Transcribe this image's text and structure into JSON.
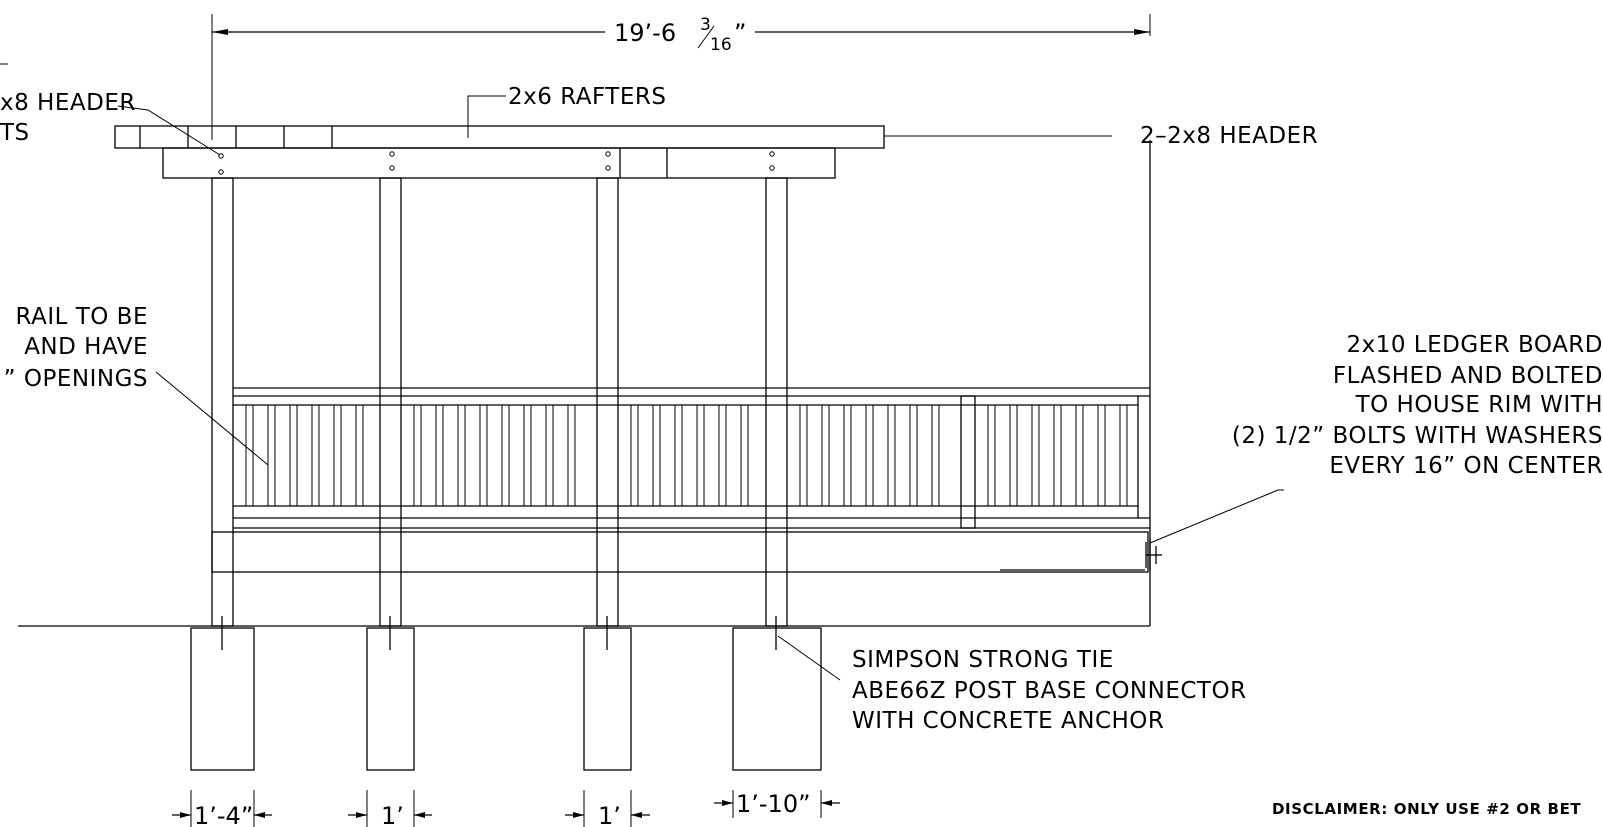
{
  "dimensions": {
    "overall": {
      "main": "19’-6",
      "frac_num": "3",
      "frac_den": "16",
      "suffix": "”"
    },
    "footing_1": "1’-4”",
    "footing_2": "1’",
    "footing_3": "1’",
    "footing_4": "1’-10”"
  },
  "labels": {
    "rafters": "2x6 RAFTERS",
    "header_right": "2–2x8 HEADER",
    "header_left_line1": "x8 HEADER",
    "header_left_line2": "TS",
    "rail_line1": "RAIL TO BE",
    "rail_line2": "AND HAVE",
    "rail_line3": "” OPENINGS",
    "ledger_line1": "2x10 LEDGER BOARD",
    "ledger_line2": "FLASHED AND BOLTED",
    "ledger_line3": "TO HOUSE RIM WITH",
    "ledger_line4": "(2) 1/2” BOLTS WITH WASHERS",
    "ledger_line5": "EVERY 16” ON CENTER",
    "simpson_line1": "SIMPSON STRONG TIE",
    "simpson_line2": "ABE66Z POST BASE CONNECTOR",
    "simpson_line3": "WITH CONCRETE ANCHOR",
    "disclaimer": "DISCLAIMER:  ONLY USE #2 OR BET"
  }
}
